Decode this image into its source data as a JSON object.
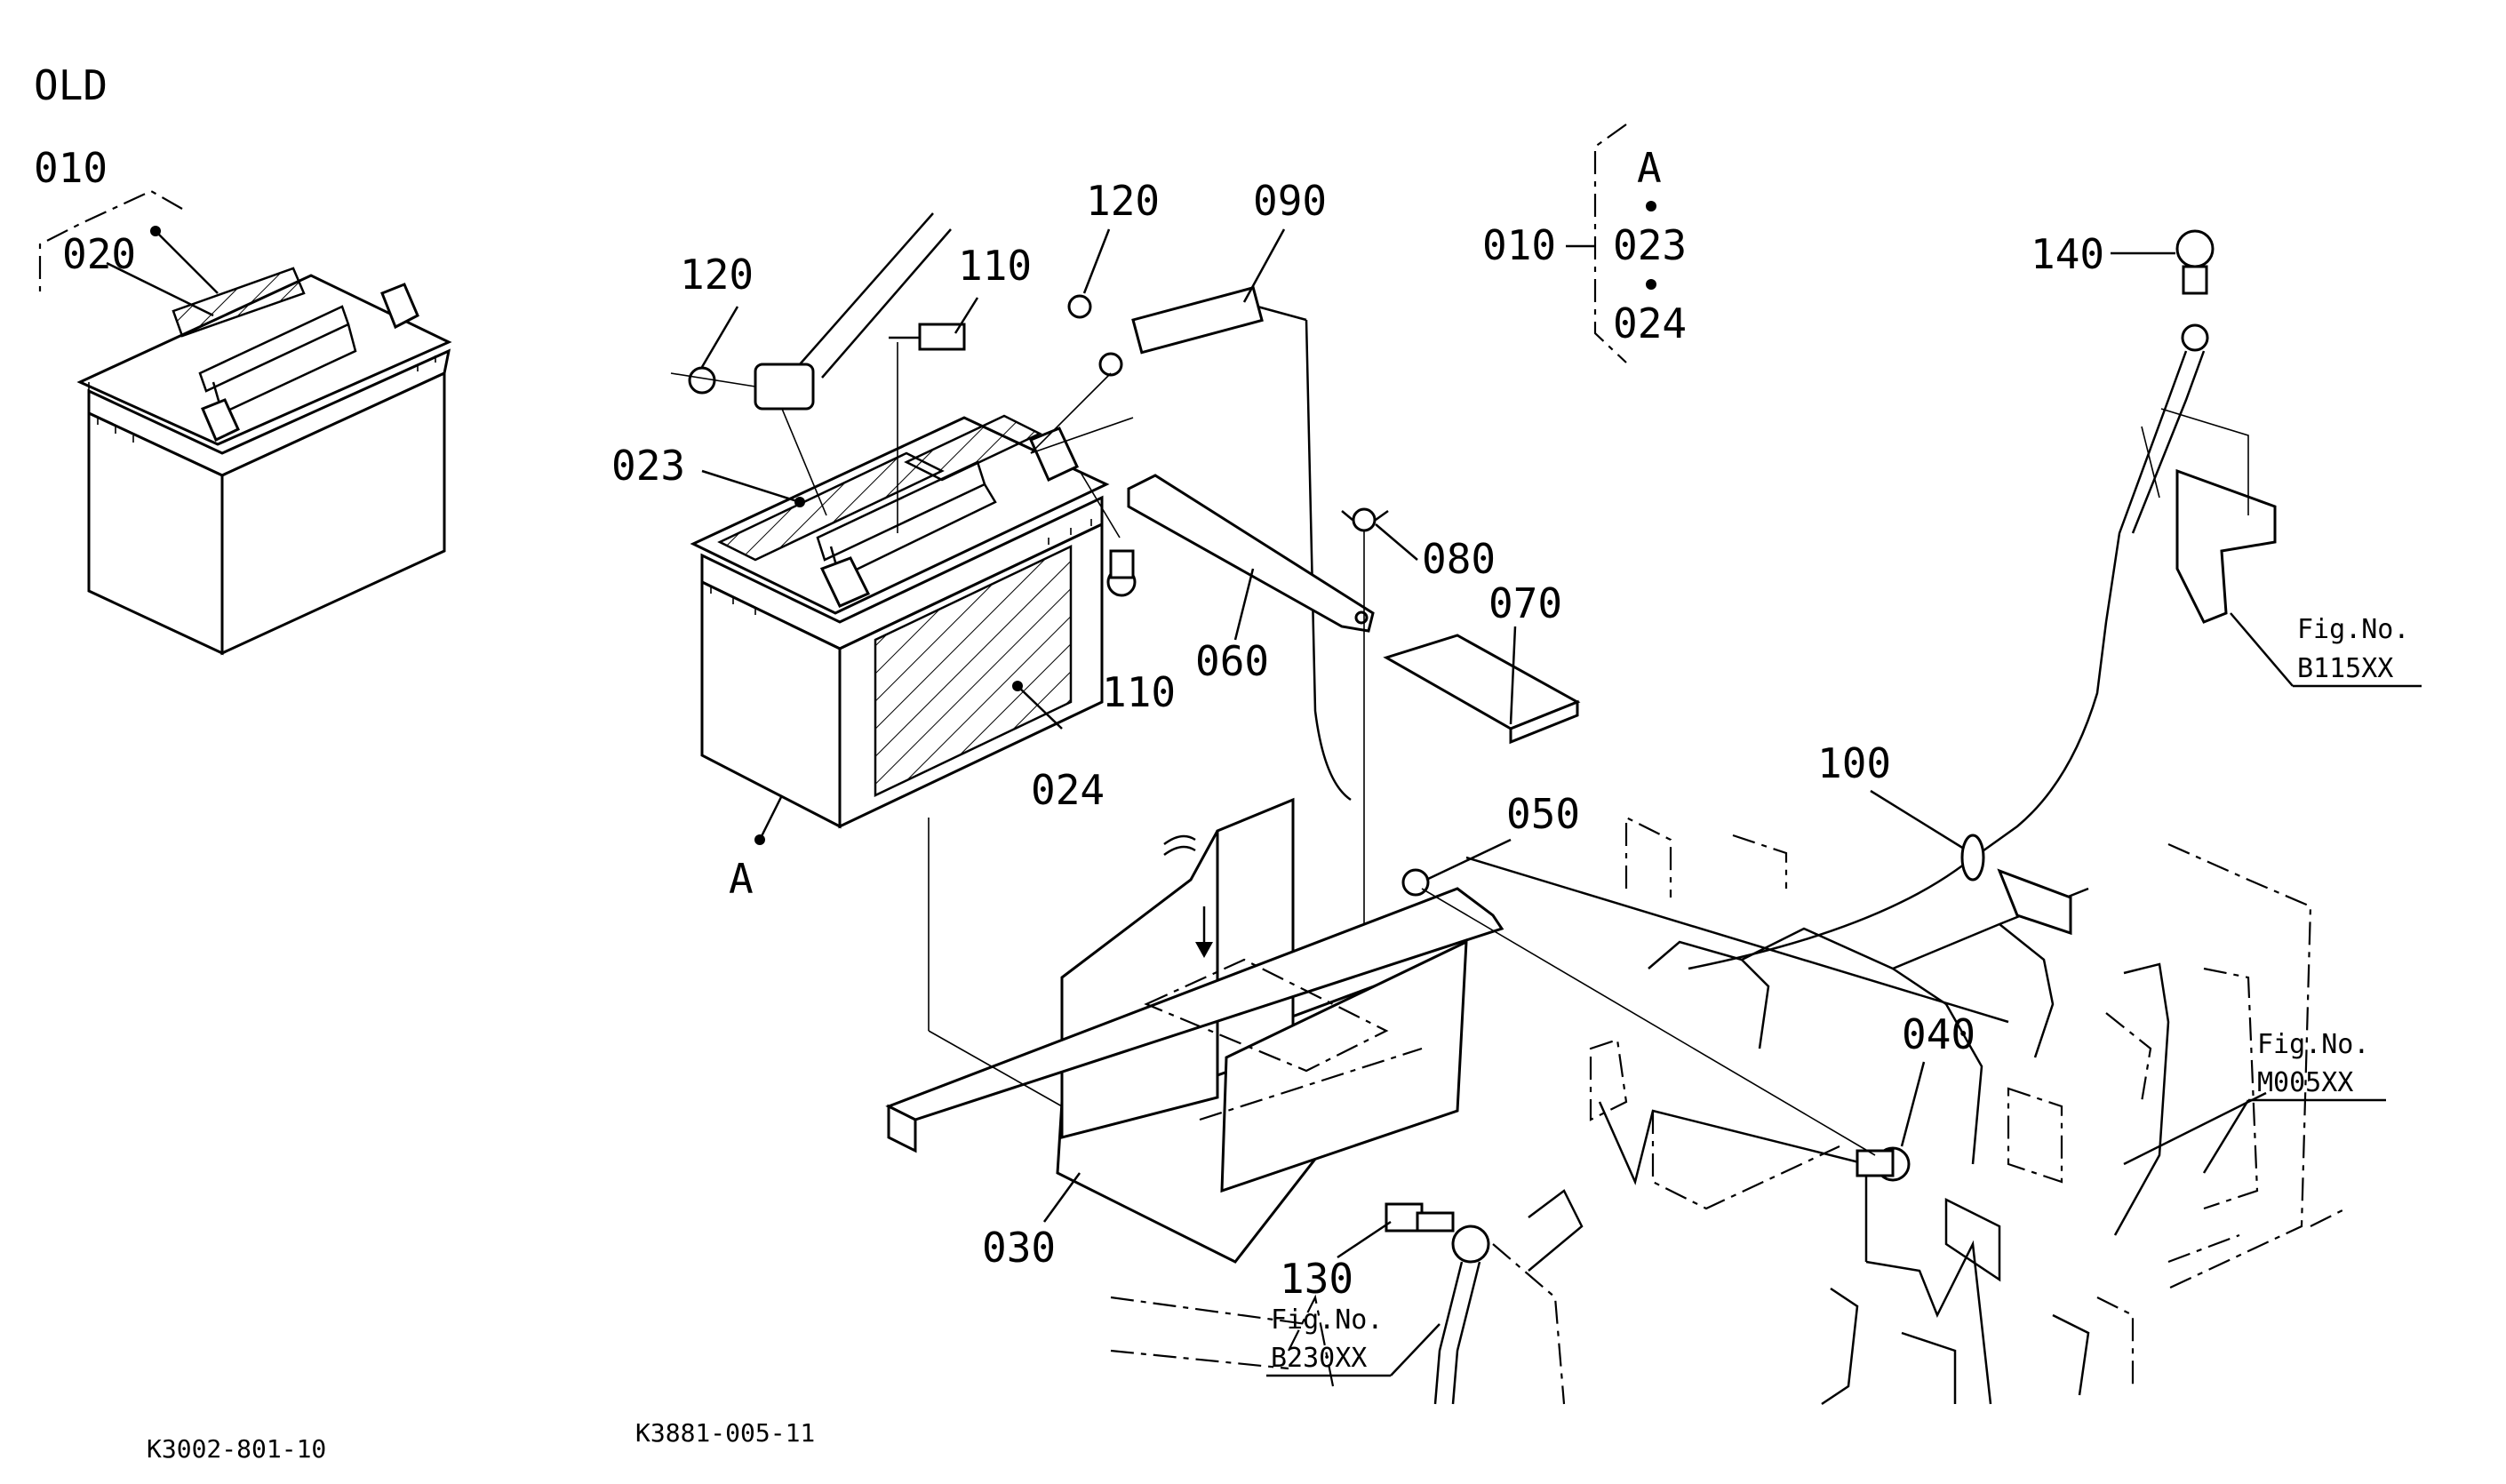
{
  "diagram": {
    "header": "OLD",
    "labels": {
      "p010_old": "010",
      "p020": "020",
      "p023": "023",
      "p024": "024",
      "p030": "030",
      "p040": "040",
      "p050": "050",
      "p060": "060",
      "p070": "070",
      "p080": "080",
      "p090": "090",
      "p100": "100",
      "p110_top": "110",
      "p110_side": "110",
      "p120_left": "120",
      "p120_right": "120",
      "p130": "130",
      "p140": "140",
      "assembly_A": "A"
    },
    "assembly_legend": {
      "parent": "010",
      "ref": "A",
      "children": [
        "023",
        "024"
      ]
    },
    "fig_refs": {
      "b115": {
        "prefix": "Fig.No.",
        "code": "B115XX"
      },
      "m005": {
        "prefix": "Fig.No.",
        "code": "M005XX"
      },
      "b230": {
        "prefix": "Fig.No.",
        "code": "B230XX"
      }
    },
    "footer": {
      "left_code": "K3002-801-10",
      "center_code": "K3881-005-11"
    }
  }
}
